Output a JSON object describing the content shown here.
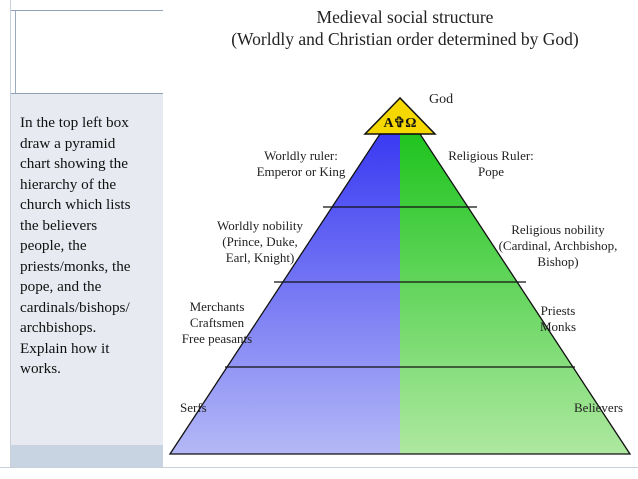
{
  "slide": {
    "instructions": [
      "In the top left box",
      "draw a pyramid",
      "chart showing the",
      "hierarchy of the",
      "church which lists",
      "the believers",
      "people, the",
      "priests/monks, the",
      "pope, and the",
      "cardinals/bishops/",
      "archbishops.",
      "Explain how it",
      "works."
    ]
  },
  "figure": {
    "title_line1": "Medieval social structure",
    "title_line2": "(Worldly and Christian order determined by God)",
    "apex_symbol": "A✞Ω",
    "apex_label": "God",
    "colors": {
      "worldly_top": "#3a3af2",
      "worldly_bottom": "#b4b8f6",
      "religious_top": "#1fc41f",
      "religious_bottom": "#aee8a0",
      "apex_fill": "#f5d800",
      "outline": "#111111"
    },
    "worldly_labels": {
      "ruler": [
        "Worldly ruler:",
        "Emperor or King"
      ],
      "nobility": [
        "Worldly nobility",
        "(Prince, Duke,",
        "Earl, Knight)"
      ],
      "commoners": [
        "Merchants",
        "Craftsmen",
        "Free peasants"
      ],
      "serfs": [
        "Serfs"
      ]
    },
    "religious_labels": {
      "ruler": [
        "Religious Ruler:",
        "Pope"
      ],
      "nobility": [
        "Religious nobility",
        "(Cardinal, Archbishop,",
        "Bishop)"
      ],
      "clergy": [
        "Priests",
        "Monks"
      ],
      "believers": [
        "Believers"
      ]
    }
  }
}
